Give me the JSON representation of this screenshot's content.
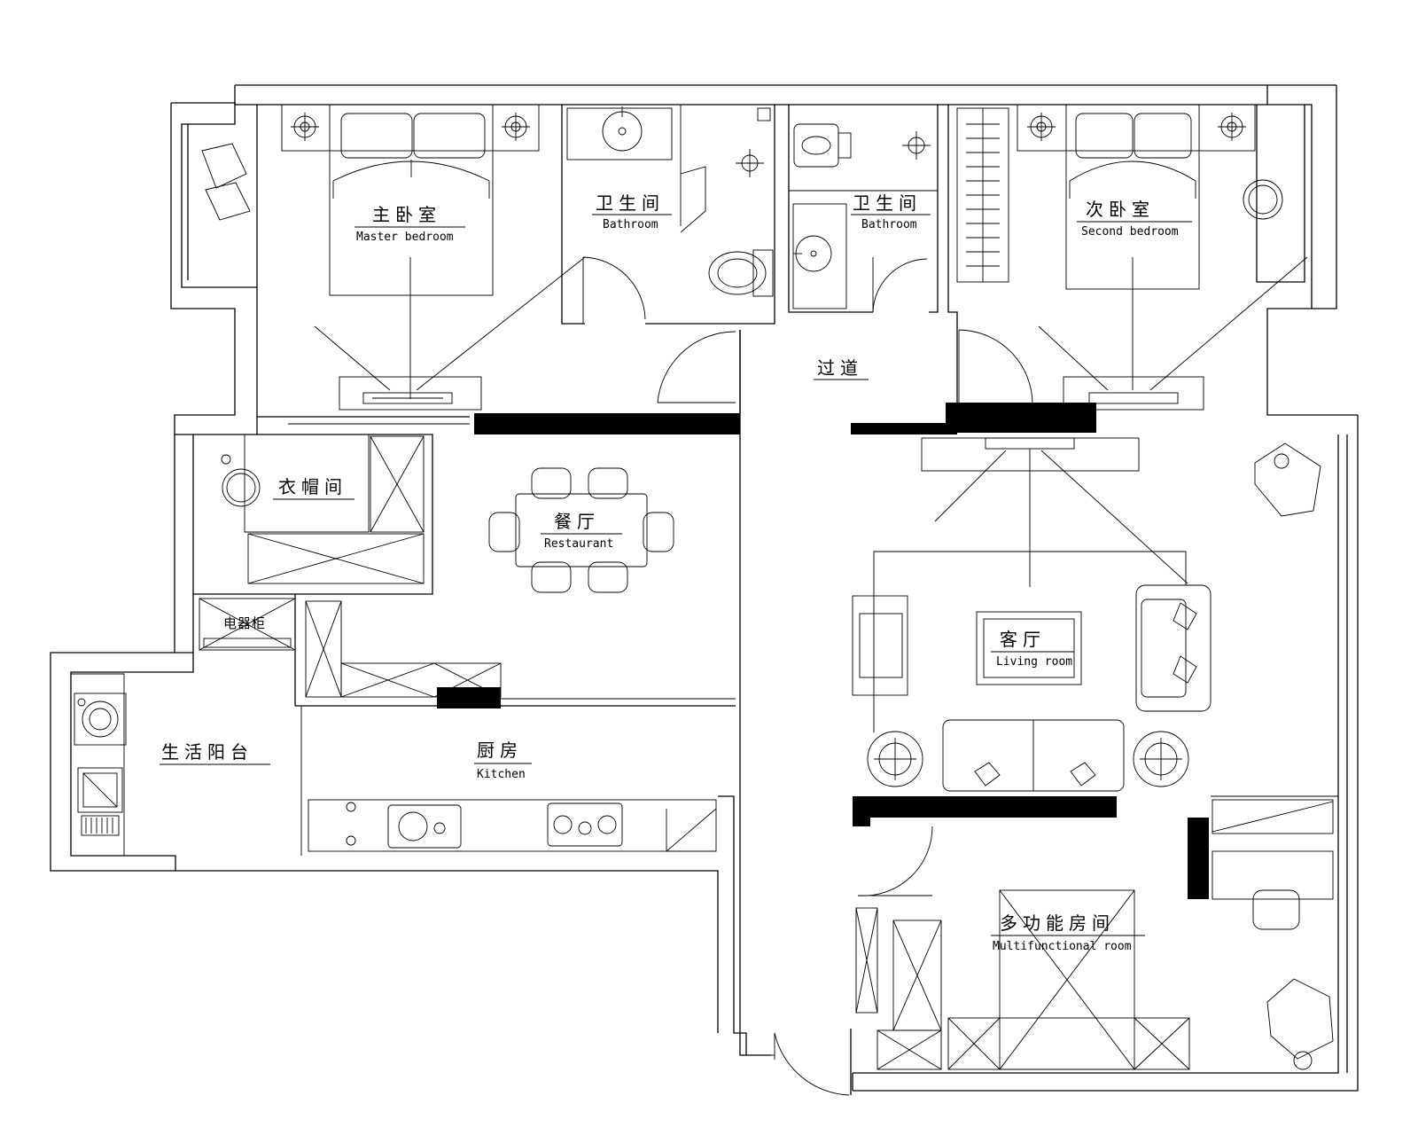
{
  "rooms": {
    "master_bedroom": {
      "cn": "主卧室",
      "en": "Master bedroom"
    },
    "bathroom_1": {
      "cn": "卫生间",
      "en": "Bathroom"
    },
    "bathroom_2": {
      "cn": "卫生间",
      "en": "Bathroom"
    },
    "second_bedroom": {
      "cn": "次卧室",
      "en": "Second bedroom"
    },
    "corridor": {
      "cn": "过道"
    },
    "cloakroom": {
      "cn": "衣帽间"
    },
    "restaurant": {
      "cn": "餐厅",
      "en": "Restaurant"
    },
    "electrical_cabinet": {
      "cn": "电器柜"
    },
    "utility_balcony": {
      "cn": "生活阳台"
    },
    "kitchen": {
      "cn": "厨房",
      "en": "Kitchen"
    },
    "living_room": {
      "cn": "客厅",
      "en": "Living room"
    },
    "multifunctional_room": {
      "cn": "多功能房间",
      "en": "Multifunctional room"
    }
  },
  "colors": {
    "line": "#000000",
    "background": "#ffffff"
  }
}
